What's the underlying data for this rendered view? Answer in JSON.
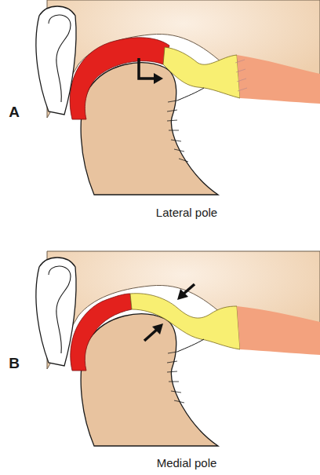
{
  "diagram": {
    "labels": [
      "A",
      "Lateral pole",
      "B",
      "Medial pole"
    ]
  }
}
